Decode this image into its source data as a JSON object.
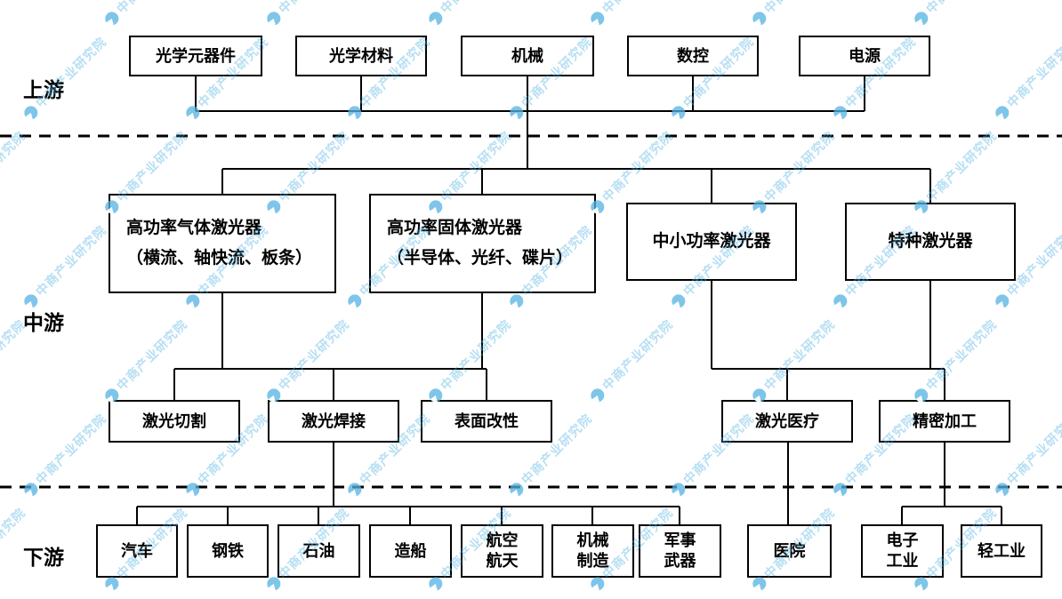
{
  "watermark": {
    "text": "中商产业研究院",
    "color": "#54b2e2"
  },
  "tier_labels": {
    "upstream": "上游",
    "midstream": "中游",
    "downstream": "下游"
  },
  "upstream": {
    "nodes": [
      {
        "label": "光学元器件"
      },
      {
        "label": "光学材料"
      },
      {
        "label": "机械"
      },
      {
        "label": "数控"
      },
      {
        "label": "电源"
      }
    ]
  },
  "midstream": {
    "lasers": [
      {
        "label": "高功率气体激光器\n（横流、轴快流、板条）"
      },
      {
        "label": "高功率固体激光器\n（半导体、光纤、碟片）"
      },
      {
        "label": "中小功率激光器"
      },
      {
        "label": "特种激光器"
      }
    ],
    "applications": [
      {
        "label": "激光切割"
      },
      {
        "label": "激光焊接"
      },
      {
        "label": "表面改性"
      },
      {
        "label": "激光医疗"
      },
      {
        "label": "精密加工"
      }
    ]
  },
  "downstream": {
    "nodes": [
      {
        "label": "汽车"
      },
      {
        "label": "钢铁"
      },
      {
        "label": "石油"
      },
      {
        "label": "造船"
      },
      {
        "label": "航空\n航天"
      },
      {
        "label": "机械\n制造"
      },
      {
        "label": "军事\n武器"
      },
      {
        "label": "医院"
      },
      {
        "label": "电子\n工业"
      },
      {
        "label": "轻工业"
      }
    ]
  }
}
